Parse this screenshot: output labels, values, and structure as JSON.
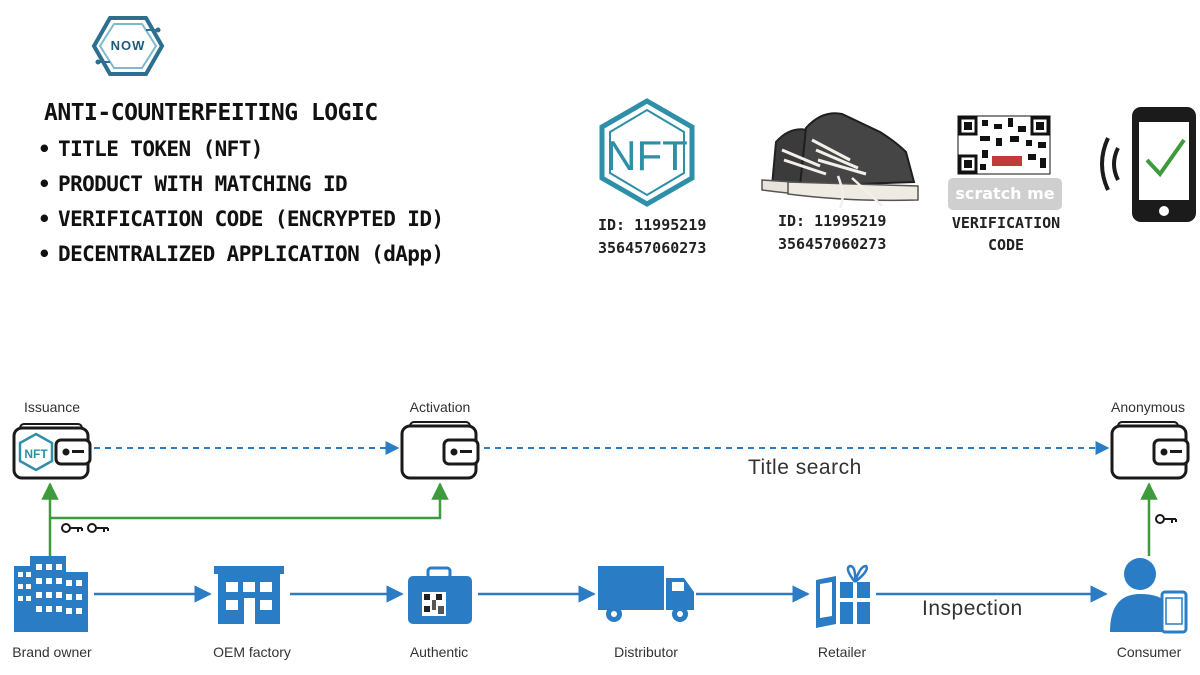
{
  "logo": {
    "text": "NOW"
  },
  "logic": {
    "title": "ANTI-COUNTERFEITING LOGIC",
    "items": [
      "TITLE TOKEN (NFT)",
      "PRODUCT WITH MATCHING ID",
      "VERIFICATION  CODE (ENCRYPTED ID)",
      "DECENTRALIZED APPLICATION (dApp)"
    ]
  },
  "nft_badge": {
    "text": "NFT",
    "id_line1": "ID: 11995219",
    "id_line2": "356457060273"
  },
  "sneaker": {
    "id_line1": "ID: 11995219",
    "id_line2": "356457060273"
  },
  "verification": {
    "scratch_label": "scratch me",
    "line1": "VERIFICATION",
    "line2": "CODE"
  },
  "wallet_nft_text": "NFT",
  "stages": {
    "issuance": "Issuance",
    "activation": "Activation",
    "anonymous": "Anonymous"
  },
  "flow_labels": {
    "title_search": "Title search",
    "inspection": "Inspection"
  },
  "nodes": [
    "Brand owner",
    "OEM factory",
    "Authentic",
    "Distributor",
    "Retailer",
    "Consumer"
  ],
  "colors": {
    "flow_blue": "#2a7cc4",
    "green": "#3e9a3c",
    "teal": "#2d8fa8",
    "wallet_outline": "#1a1a1a"
  }
}
